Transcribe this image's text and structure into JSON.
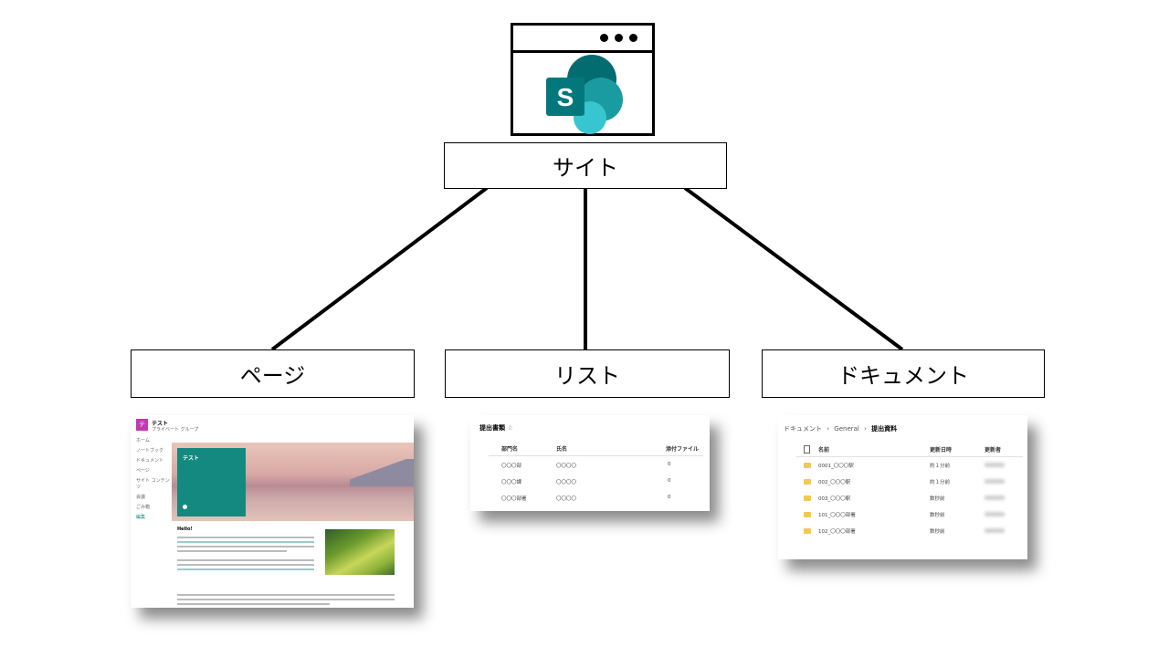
{
  "site_label": "サイト",
  "page_label": "ページ",
  "list_label": "リスト",
  "doc_label": "ドキュメント",
  "sp_logo_letter": "S",
  "colors": {
    "sp_dark": "#036c70",
    "sp_mid": "#1a9ba1",
    "sp_light": "#37c6d0",
    "sp_teal_block": "#13897f",
    "page_icon": "#c239b3"
  },
  "page_shot": {
    "site_name": "テスト",
    "sub": "プライベート グループ",
    "nav": [
      "ホーム",
      "ノートブック",
      "ドキュメント",
      "ページ",
      "サイト コンテンツ",
      "会議",
      "ごみ箱",
      "編集"
    ],
    "hero_title": "テスト",
    "body_heading": "Hello!"
  },
  "list_shot": {
    "title": "提出書類",
    "headers": [
      "部門名",
      "氏名",
      "添付ファイル"
    ],
    "rows": [
      [
        "〇〇〇部",
        "〇〇〇〇",
        "0"
      ],
      [
        "〇〇〇課",
        "〇〇〇〇",
        "0"
      ],
      [
        "〇〇〇部署",
        "〇〇〇〇",
        "0"
      ]
    ]
  },
  "doc_shot": {
    "breadcrumb": [
      "ドキュメント",
      "General",
      "提出資料"
    ],
    "headers": [
      "名前",
      "更新日時",
      "更新者"
    ],
    "rows": [
      {
        "name": "0001_〇〇〇駅",
        "date": "約１分前"
      },
      {
        "name": "002_〇〇〇駅",
        "date": "約１分前"
      },
      {
        "name": "003_〇〇〇駅",
        "date": "数秒前"
      },
      {
        "name": "101_〇〇〇部署",
        "date": "数秒前"
      },
      {
        "name": "102_〇〇〇部署",
        "date": "数秒前"
      }
    ]
  }
}
